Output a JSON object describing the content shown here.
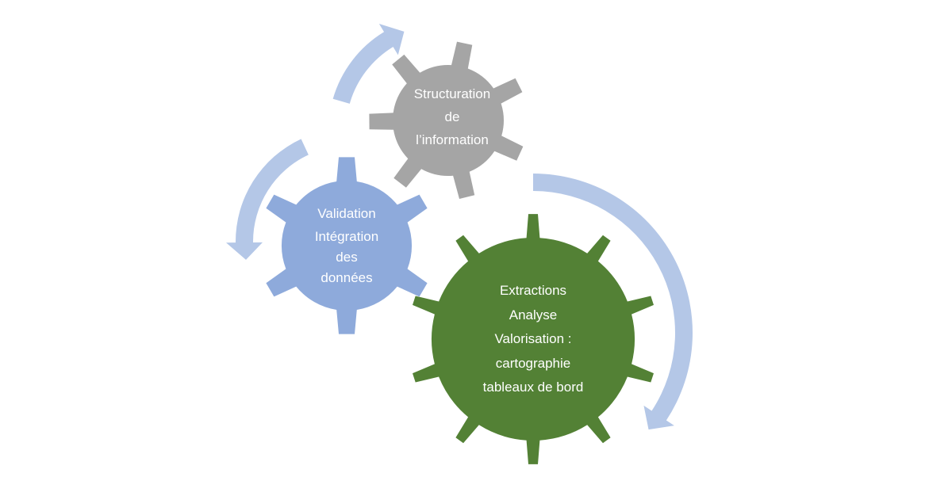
{
  "diagram": {
    "title": "",
    "gears": [
      {
        "id": "structuration",
        "color": "#a5a5a5",
        "teeth": 7,
        "lines": [
          "Structuration",
          "de",
          "l’information"
        ]
      },
      {
        "id": "validation",
        "color": "#8eaadb",
        "teeth": 6,
        "lines": [
          "Validation",
          "Intégration",
          "des",
          "données"
        ]
      },
      {
        "id": "extractions",
        "color": "#538135",
        "teeth": 10,
        "lines": [
          "Extractions",
          "Analyse",
          "Valorisation :",
          "cartographie",
          "tableaux de bord"
        ]
      }
    ],
    "arrows": [
      {
        "id": "arrow-top",
        "color": "#b4c7e7",
        "direction": "up"
      },
      {
        "id": "arrow-left",
        "color": "#b4c7e7",
        "direction": "down"
      },
      {
        "id": "arrow-right",
        "color": "#b4c7e7",
        "direction": "down"
      }
    ]
  }
}
